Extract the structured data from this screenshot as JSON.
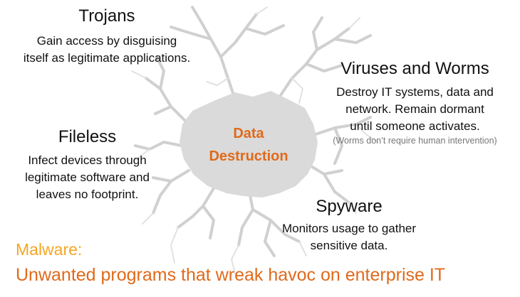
{
  "colors": {
    "crack": "#dadada",
    "crack_line": "#d0d0d0",
    "accent_orange": "#e06a1b",
    "accent_yellow": "#f5a623",
    "note_gray": "#777777"
  },
  "center": {
    "line1": "Data",
    "line2": "Destruction"
  },
  "trojans": {
    "title": "Trojans",
    "desc_line1": "Gain access by disguising",
    "desc_line2": "itself as legitimate applications."
  },
  "viruses": {
    "title": "Viruses and Worms",
    "desc_line1": "Destroy IT systems, data and",
    "desc_line2": "network. Remain dormant",
    "desc_line3": "until someone activates.",
    "note": "(Worms don’t require human intervention)"
  },
  "fileless": {
    "title": "Fileless",
    "desc_line1": "Infect devices through",
    "desc_line2": "legitimate software and",
    "desc_line3": "leaves no footprint."
  },
  "spyware": {
    "title": "Spyware",
    "desc_line1": "Monitors usage to gather",
    "desc_line2": "sensitive data."
  },
  "footer": {
    "heading": "Malware:",
    "tagline": "Unwanted programs that wreak havoc on enterprise IT"
  }
}
